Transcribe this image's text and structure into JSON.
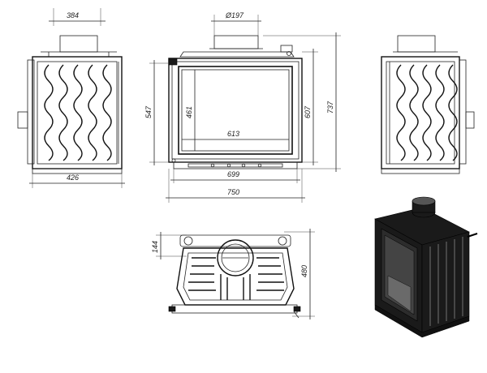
{
  "dimensions": {
    "side_left_top": "384",
    "side_left_bottom": "426",
    "front_flue": "Ø197",
    "front_height_outer": "547",
    "front_height_glass": "461",
    "front_width_glass": "613",
    "front_height_right": "607",
    "front_height_total": "737",
    "front_width_door": "699",
    "front_width_total": "750",
    "top_flue_offset": "144",
    "top_depth": "480"
  },
  "colors": {
    "line": "#222222",
    "body": "#1a1a1a"
  }
}
